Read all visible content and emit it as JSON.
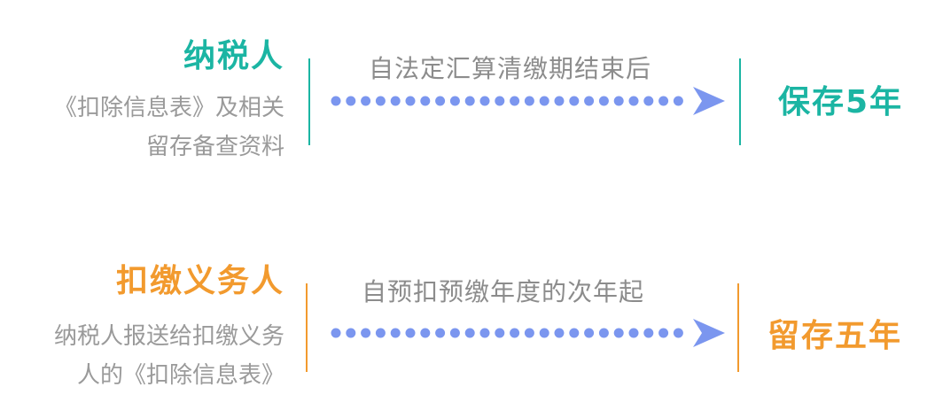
{
  "colors": {
    "teal": "#1bb5a3",
    "orange": "#f29a2e",
    "arrow_blue": "#7b96ef",
    "desc_gray": "#9a9a9a",
    "cond_gray": "#8c8c8c"
  },
  "rows": [
    {
      "party": "纳税人",
      "description_lines": [
        "《扣除信息表》及相关",
        "留存备查资料"
      ],
      "condition": "自法定汇算清缴期结束后",
      "result": "保存5年",
      "accent": "teal"
    },
    {
      "party": "扣缴义务人",
      "description_lines": [
        "纳税人报送给扣缴义务",
        "人的《扣除信息表》"
      ],
      "condition": "自预扣预缴年度的次年起",
      "result": "留存五年",
      "accent": "orange"
    }
  ]
}
